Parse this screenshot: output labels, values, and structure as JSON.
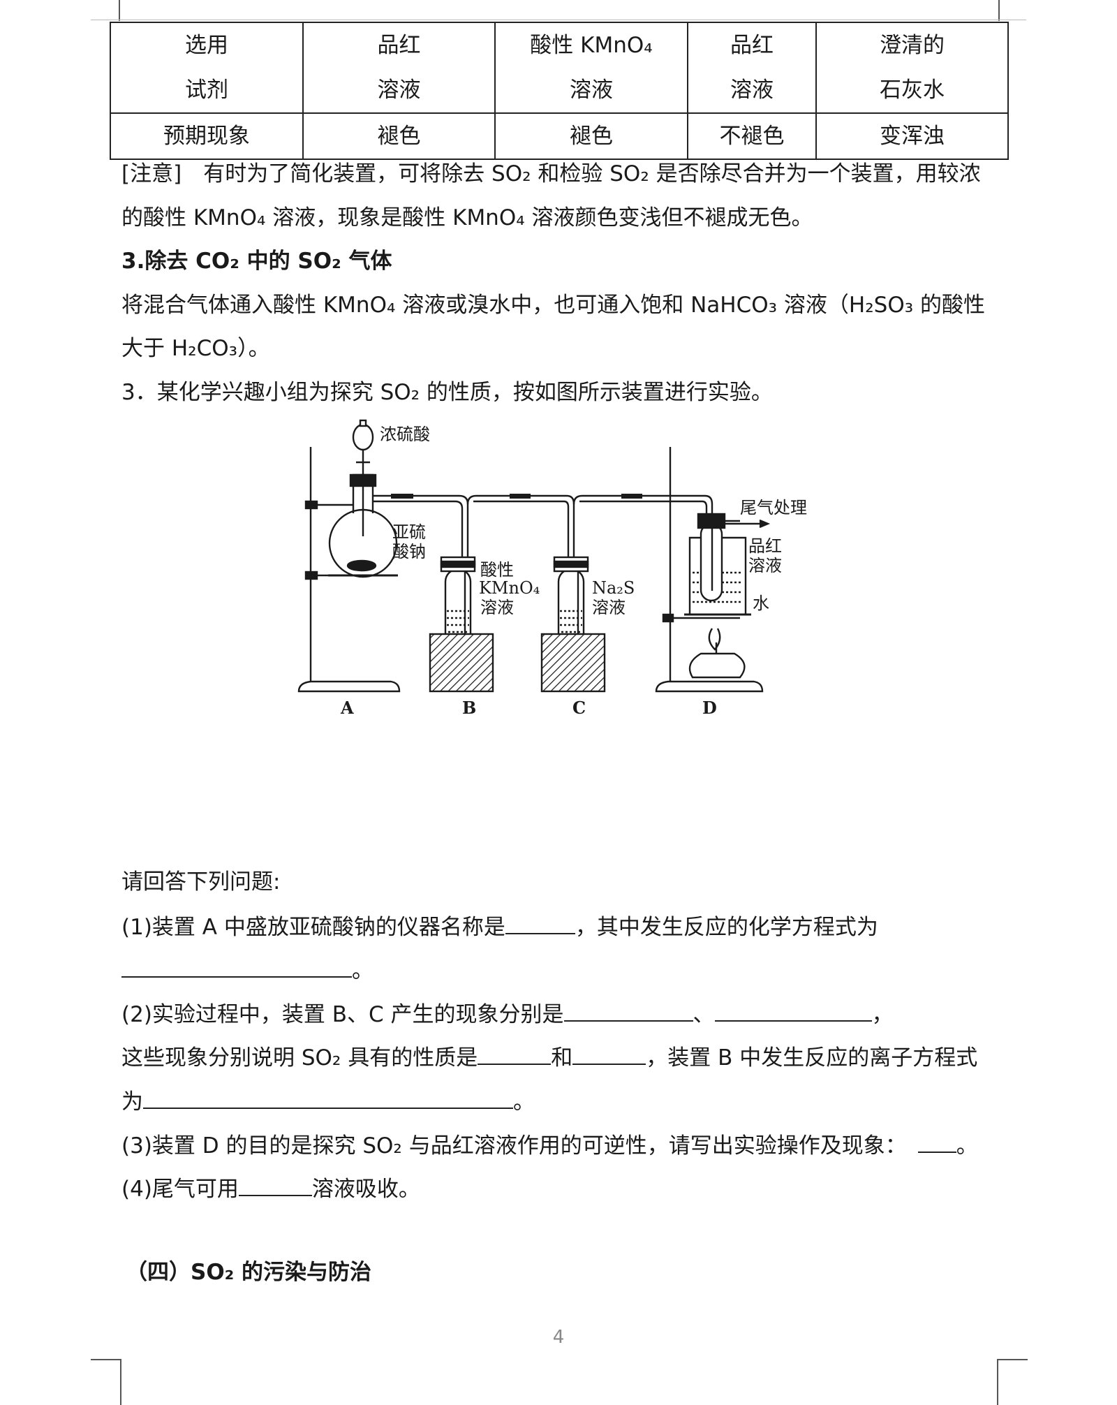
{
  "table": {
    "rows": [
      [
        "选用\n试剂",
        "品红\n溶液",
        "酸性 KMnO₄\n溶液",
        "品红\n溶液",
        "澄清的\n石灰水"
      ],
      [
        "预期现象",
        "褪色",
        "褪色",
        "不褪色",
        "变浑浊"
      ]
    ]
  },
  "note": {
    "line1": "[注意]　有时为了简化装置，可将除去 SO₂ 和检验 SO₂ 是否除尽合并为一个装置，用较浓",
    "line2": "的酸性 KMnO₄ 溶液，现象是酸性 KMnO₄ 溶液颜色变浅但不褪成无色。"
  },
  "section3": {
    "heading": "3.除去 CO₂ 中的 SO₂ 气体",
    "line1": "将混合气体通入酸性 KMnO₄ 溶液或溴水中，也可通入饱和 NaHCO₃ 溶液（H₂SO₃ 的酸性",
    "line2": "大于 H₂CO₃）。"
  },
  "question": {
    "intro": "3．某化学兴趣小组为探究 SO₂ 的性质，按如图所示装置进行实验。",
    "prompt": "请回答下列问题:",
    "q1a": "(1)装置 A 中盛放亚硫酸钠的仪器名称是",
    "q1b": "，其中发生反应的化学方程式为",
    "q1end": "。",
    "q2a": "(2)实验过程中，装置 B、C 产生的现象分别是",
    "q2sep": "、",
    "q2end": "，",
    "q2c": "这些现象分别说明 SO₂ 具有的性质是",
    "q2and": "和",
    "q2d": "，装置 B 中发生反应的离子方程式",
    "q2e": "为",
    "q3": "(3)装置 D 的目的是探究 SO₂ 与品红溶液作用的可逆性，请写出实验操作及现象：",
    "q4a": "(4)尾气可用",
    "q4b": "溶液吸收。"
  },
  "figure": {
    "labels": {
      "acid": "浓硫酸",
      "sulfite1": "亚硫",
      "sulfite2": "酸钠",
      "b1": "酸性",
      "b2": "KMnO₄",
      "b3": "溶液",
      "c1": "Na₂S",
      "c2": "溶液",
      "tail": "尾气处理",
      "pin1": "品红",
      "pin2": "溶液",
      "water": "水",
      "A": "A",
      "B": "B",
      "C": "C",
      "D": "D"
    }
  },
  "section4": {
    "heading": "（四）SO₂ 的污染与防治"
  },
  "page": {
    "number": "4"
  }
}
